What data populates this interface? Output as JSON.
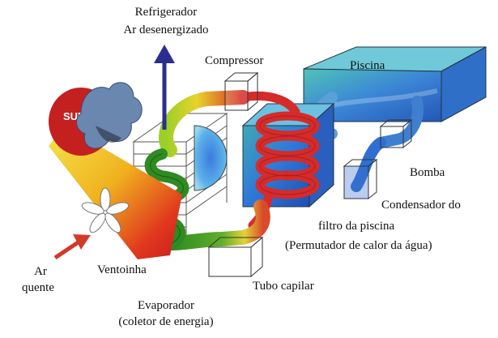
{
  "labels": {
    "refrigerador": "Refrigerador",
    "ar_desenergizado": "Ar desenergizado",
    "compressor": "Compressor",
    "piscina": "Piscina",
    "bomba": "Bomba",
    "condensador_line1": "Condensador do",
    "condensador_line2": "filtro da piscina",
    "condensador_line3": "(Permutador de calor da água)",
    "tubo_capilar": "Tubo capilar",
    "evaporador_line1": "Evaporador",
    "evaporador_line2": "(coletor de energia)",
    "ventoinha": "Ventoinha",
    "ar": "Ar",
    "quente": "quente",
    "sun": "SUN"
  },
  "colors": {
    "refrigerant_hot": "#d62b2b",
    "refrigerant_cold": "#3a9a2a",
    "warm_yellow": "#e8d32a",
    "water_blue": "#2f6fd1",
    "arrow_up": "#2a2f8f",
    "arrow_in": "#d23a2a"
  }
}
